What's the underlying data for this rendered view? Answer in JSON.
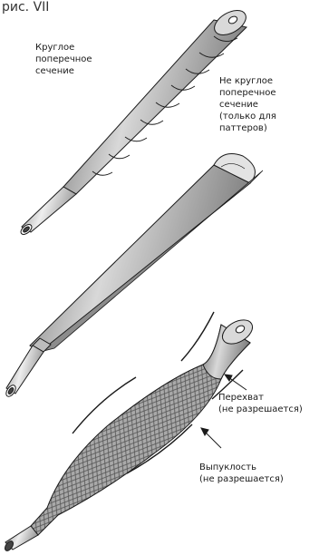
{
  "figure": {
    "title": "рис. VII",
    "labels": {
      "round": "Круглое\nпоперечное\nсечение",
      "non_round": "Не круглое\nпоперечное\nсечение\n(только для\nпаттеров)",
      "waist": "Перехват\n(не разрешается)",
      "bulge": "Выпуклость\n(не разрешается)"
    }
  },
  "colors": {
    "outline": "#1a1a1a",
    "grip_dark": "#7a7a7a",
    "grip_mid": "#b5b5b5",
    "grip_light": "#e6e6e6",
    "shaft": "#c8c8c8"
  }
}
